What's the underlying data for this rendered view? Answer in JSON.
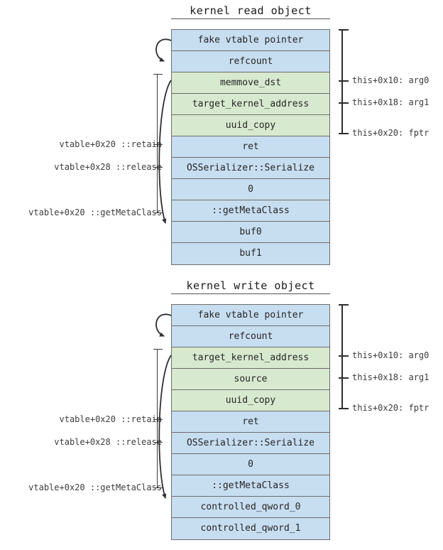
{
  "diagrams": [
    {
      "title": "kernel read object",
      "rows": [
        {
          "label": "fake vtable pointer",
          "color": "blue"
        },
        {
          "label": "refcount",
          "color": "blue"
        },
        {
          "label": "memmove_dst",
          "color": "green"
        },
        {
          "label": "target_kernel_address",
          "color": "green"
        },
        {
          "label": "uuid_copy",
          "color": "green"
        },
        {
          "label": "ret",
          "color": "blue"
        },
        {
          "label": "OSSerializer::Serialize",
          "color": "blue"
        },
        {
          "label": "0",
          "color": "blue"
        },
        {
          "label": "::getMetaClass",
          "color": "blue"
        },
        {
          "label": "buf0",
          "color": "blue"
        },
        {
          "label": "buf1",
          "color": "blue"
        }
      ],
      "left_labels": [
        {
          "text": "vtable+0x20 ::retain"
        },
        {
          "text": "vtable+0x28 ::release"
        },
        {
          "text": "vtable+0x20 ::getMetaClass"
        }
      ],
      "right_labels": [
        {
          "text": "this+0x10: arg0"
        },
        {
          "text": "this+0x18: arg1"
        },
        {
          "text": "this+0x20: fptr"
        }
      ]
    },
    {
      "title": "kernel write object",
      "rows": [
        {
          "label": "fake vtable pointer",
          "color": "blue"
        },
        {
          "label": "refcount",
          "color": "blue"
        },
        {
          "label": "target_kernel_address",
          "color": "green"
        },
        {
          "label": "source",
          "color": "green"
        },
        {
          "label": "uuid_copy",
          "color": "green"
        },
        {
          "label": "ret",
          "color": "blue"
        },
        {
          "label": "OSSerializer::Serialize",
          "color": "blue"
        },
        {
          "label": "0",
          "color": "blue"
        },
        {
          "label": "::getMetaClass",
          "color": "blue"
        },
        {
          "label": "controlled_qword_0",
          "color": "blue"
        },
        {
          "label": "controlled_qword_1",
          "color": "blue"
        }
      ],
      "left_labels": [
        {
          "text": "vtable+0x20 ::retain"
        },
        {
          "text": "vtable+0x28 ::release"
        },
        {
          "text": "vtable+0x20 ::getMetaClass"
        }
      ],
      "right_labels": [
        {
          "text": "this+0x10: arg0"
        },
        {
          "text": "this+0x18: arg1"
        },
        {
          "text": "this+0x20: fptr"
        }
      ]
    }
  ],
  "colors": {
    "blue_cell": "#c7ddf0",
    "green_cell": "#d7e9ce",
    "border": "#6d6d6d",
    "arrow": "#2e2e2e",
    "text": "#262626"
  }
}
